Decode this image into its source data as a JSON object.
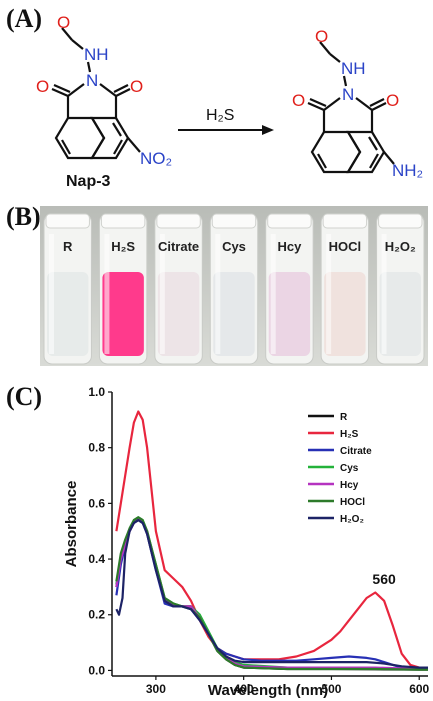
{
  "panels": {
    "a": "(A)",
    "b": "(B)",
    "c": "(C)"
  },
  "scheme": {
    "reagent": "H₂S",
    "reactant_name": "Nap-3",
    "atoms": {
      "o": "O",
      "n": "N",
      "nh": "NH",
      "no2": "NO₂",
      "nh2": "NH₂"
    },
    "colors": {
      "oxygen": "#e0201b",
      "nitrogen": "#2a43c7",
      "bond": "#111111"
    }
  },
  "vials": [
    {
      "label": "R",
      "color": "#e6eae9"
    },
    {
      "label": "H₂S",
      "color": "#ff2f86"
    },
    {
      "label": "Citrate",
      "color": "#ece3e6"
    },
    {
      "label": "Cys",
      "color": "#e4e7e9"
    },
    {
      "label": "Hcy",
      "color": "#ead3e3"
    },
    {
      "label": "HOCl",
      "color": "#efe0dc"
    },
    {
      "label": "H₂O₂",
      "color": "#e6e9e9"
    }
  ],
  "chart_data": {
    "type": "line",
    "xlabel": "Wavelength (nm)",
    "ylabel": "Absorbance",
    "xlim": [
      250,
      610
    ],
    "ylim": [
      -0.02,
      1.0
    ],
    "xticks": [
      300,
      400,
      500,
      600
    ],
    "yticks": [
      0.0,
      0.2,
      0.4,
      0.6,
      0.8,
      1.0
    ],
    "annotation": {
      "text": "560",
      "x": 560,
      "y": 0.31
    },
    "series": [
      {
        "name": "R",
        "color": "#111111",
        "x": [
          255,
          260,
          265,
          270,
          275,
          280,
          285,
          290,
          300,
          310,
          320,
          330,
          340,
          350,
          360,
          370,
          380,
          390,
          400,
          450,
          500,
          550,
          600,
          610
        ],
        "y": [
          0.3,
          0.4,
          0.45,
          0.5,
          0.53,
          0.54,
          0.53,
          0.5,
          0.37,
          0.25,
          0.23,
          0.23,
          0.23,
          0.19,
          0.13,
          0.07,
          0.04,
          0.02,
          0.01,
          0.005,
          0.005,
          0.004,
          0.003,
          0.003
        ]
      },
      {
        "name": "H₂S",
        "color": "#e8263e",
        "x": [
          255,
          260,
          265,
          270,
          275,
          280,
          285,
          290,
          295,
          300,
          310,
          320,
          330,
          340,
          350,
          360,
          370,
          380,
          390,
          400,
          420,
          440,
          460,
          480,
          500,
          510,
          520,
          530,
          540,
          550,
          560,
          570,
          580,
          590,
          600,
          610
        ],
        "y": [
          0.5,
          0.6,
          0.7,
          0.8,
          0.89,
          0.93,
          0.9,
          0.8,
          0.65,
          0.5,
          0.36,
          0.33,
          0.3,
          0.25,
          0.18,
          0.12,
          0.08,
          0.06,
          0.05,
          0.04,
          0.04,
          0.04,
          0.05,
          0.07,
          0.11,
          0.14,
          0.18,
          0.22,
          0.26,
          0.28,
          0.25,
          0.16,
          0.06,
          0.02,
          0.01,
          0.01
        ]
      },
      {
        "name": "Citrate",
        "color": "#2730b5",
        "x": [
          255,
          260,
          265,
          270,
          275,
          280,
          285,
          290,
          300,
          310,
          320,
          330,
          340,
          350,
          360,
          370,
          380,
          390,
          400,
          420,
          440,
          460,
          480,
          500,
          520,
          540,
          550,
          560,
          570,
          580,
          590,
          600,
          610
        ],
        "y": [
          0.27,
          0.38,
          0.45,
          0.5,
          0.53,
          0.54,
          0.53,
          0.49,
          0.36,
          0.24,
          0.23,
          0.23,
          0.22,
          0.18,
          0.13,
          0.08,
          0.06,
          0.05,
          0.04,
          0.035,
          0.035,
          0.035,
          0.04,
          0.045,
          0.05,
          0.045,
          0.04,
          0.03,
          0.02,
          0.01,
          0.01,
          0.01,
          0.01
        ]
      },
      {
        "name": "Cys",
        "color": "#23b23a",
        "x": [
          255,
          260,
          265,
          270,
          275,
          280,
          285,
          290,
          300,
          310,
          320,
          330,
          340,
          350,
          360,
          370,
          380,
          390,
          400,
          450,
          500,
          550,
          600,
          610
        ],
        "y": [
          0.31,
          0.41,
          0.46,
          0.51,
          0.54,
          0.55,
          0.54,
          0.5,
          0.38,
          0.26,
          0.24,
          0.23,
          0.23,
          0.2,
          0.14,
          0.08,
          0.05,
          0.03,
          0.02,
          0.01,
          0.01,
          0.008,
          0.005,
          0.005
        ]
      },
      {
        "name": "Hcy",
        "color": "#b533c0",
        "x": [
          255,
          260,
          265,
          270,
          275,
          280,
          285,
          290,
          300,
          310,
          320,
          330,
          340,
          350,
          360,
          370,
          380,
          390,
          400,
          450,
          500,
          550,
          600,
          610
        ],
        "y": [
          0.3,
          0.4,
          0.45,
          0.5,
          0.53,
          0.545,
          0.535,
          0.5,
          0.37,
          0.25,
          0.235,
          0.23,
          0.23,
          0.19,
          0.13,
          0.075,
          0.045,
          0.025,
          0.015,
          0.01,
          0.01,
          0.01,
          0.005,
          0.005
        ]
      },
      {
        "name": "HOCl",
        "color": "#2d7a2a",
        "x": [
          255,
          260,
          265,
          270,
          275,
          280,
          285,
          290,
          300,
          310,
          320,
          330,
          340,
          350,
          360,
          370,
          380,
          390,
          400,
          450,
          500,
          550,
          600,
          610
        ],
        "y": [
          0.32,
          0.42,
          0.47,
          0.51,
          0.54,
          0.55,
          0.54,
          0.5,
          0.38,
          0.26,
          0.24,
          0.23,
          0.22,
          0.19,
          0.13,
          0.07,
          0.04,
          0.02,
          0.01,
          0.005,
          0.005,
          0.005,
          0.003,
          0.003
        ]
      },
      {
        "name": "H₂O₂",
        "color": "#1d2366",
        "x": [
          255,
          258,
          262,
          265,
          270,
          275,
          280,
          285,
          290,
          300,
          310,
          320,
          330,
          340,
          350,
          360,
          370,
          380,
          390,
          400,
          420,
          440,
          460,
          480,
          500,
          520,
          540,
          560,
          580,
          600,
          610
        ],
        "y": [
          0.22,
          0.2,
          0.26,
          0.42,
          0.5,
          0.53,
          0.54,
          0.53,
          0.49,
          0.36,
          0.25,
          0.23,
          0.23,
          0.22,
          0.18,
          0.13,
          0.08,
          0.05,
          0.035,
          0.03,
          0.03,
          0.03,
          0.03,
          0.03,
          0.03,
          0.03,
          0.03,
          0.025,
          0.015,
          0.01,
          0.01
        ]
      }
    ]
  }
}
